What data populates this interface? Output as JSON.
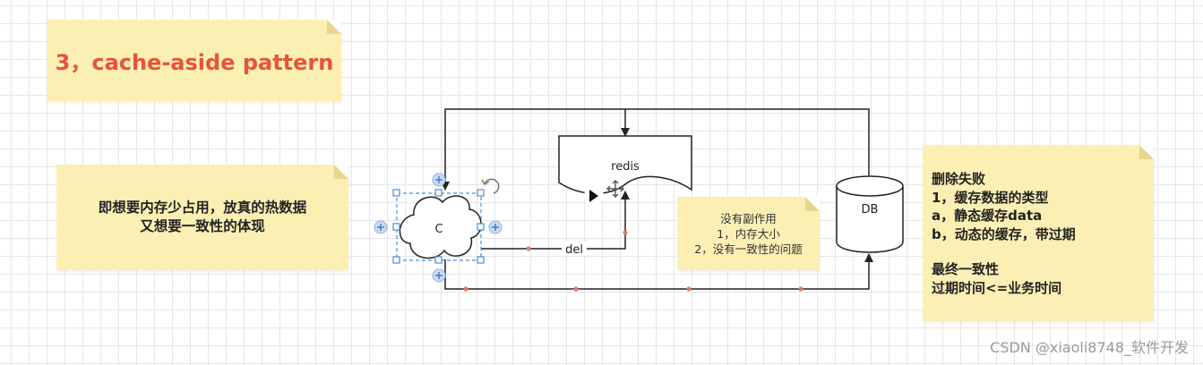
{
  "title_note": {
    "text": "3，cache-aside pattern"
  },
  "left_note": {
    "lines": [
      "即想要内存少占用，放真的热数据",
      "又想要一致性的体现"
    ]
  },
  "diagram": {
    "client_label": "C",
    "cache_label": "redis",
    "db_label": "DB",
    "edge_label": "del"
  },
  "middle_note": {
    "lines": [
      "没有副作用",
      "1，内存大小",
      "2，没有一致性的问题"
    ]
  },
  "right_note": {
    "block1": [
      "删除失败",
      "1，缓存数据的类型",
      "a，静态缓存data",
      "b，动态的缓存，带过期"
    ],
    "block2": [
      "最终一致性",
      "过期时间<=业务时间"
    ]
  },
  "watermark": {
    "text": "CSDN @xiaoli8748_软件开发"
  },
  "colors": {
    "title": "#e8533a",
    "note_bg": "#fcefb4",
    "connector_dot": "#e07a6a",
    "selection": "#4a90d9"
  }
}
